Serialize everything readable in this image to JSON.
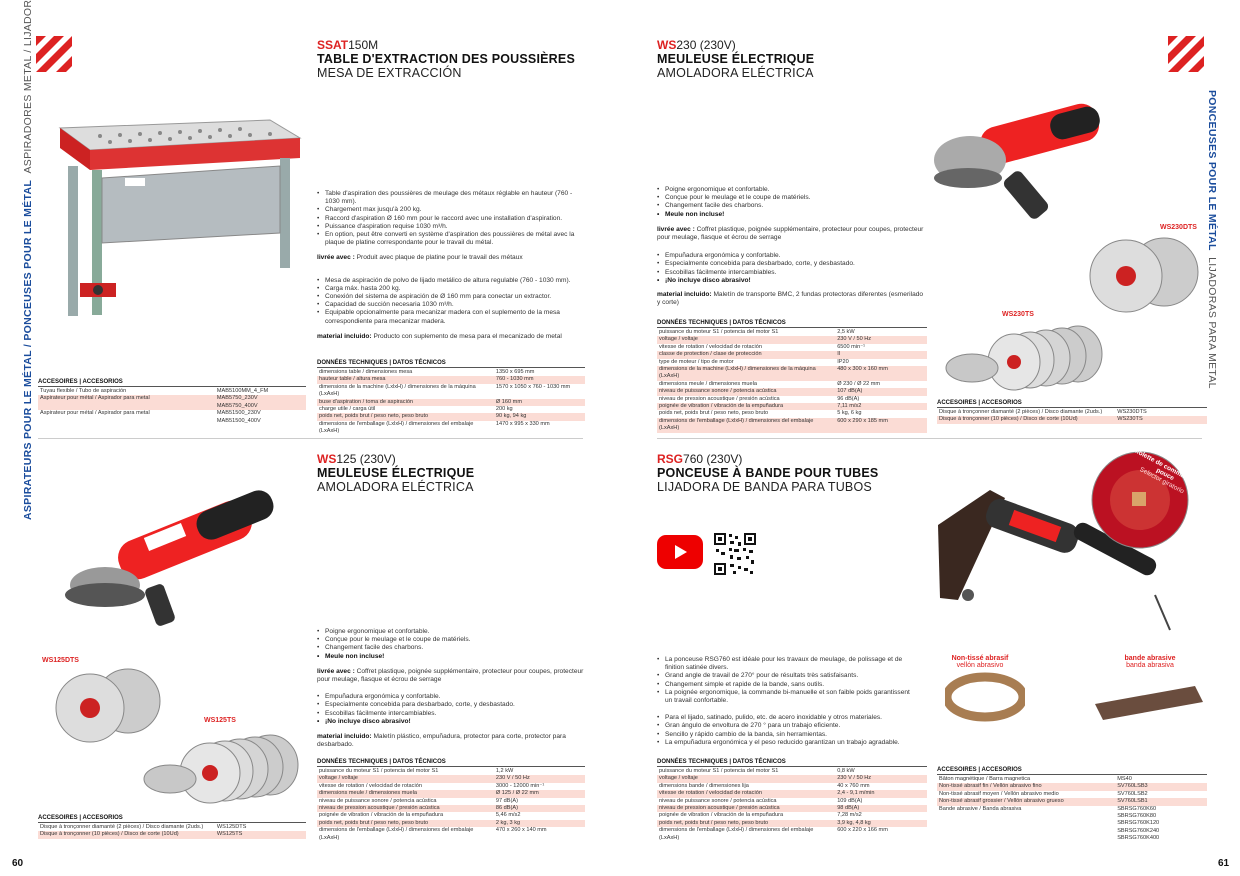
{
  "side_left": {
    "bold": "ASPIRATEURS POUR LE MÉTAL / PONCEUSES POUR LE MÉTAL",
    "light": "ASPIRADORES METAL / LIJADORAS PARA METAL"
  },
  "side_right": {
    "bold": "PONCEUSES POUR LE MÉTAL",
    "light": "LIJADORAS PARA METAL"
  },
  "ssat": {
    "code_red": "SSAT",
    "code_rest": "150M",
    "title_fr": "TABLE D'EXTRACTION DES POUSSIÈRES",
    "title_es": "MESA DE EXTRACCIÓN",
    "fr_bullets": [
      "Table d'aspiration des poussières de meulage des métaux réglable en hauteur (760 - 1030 mm).",
      "Chargement max jusqu'à 200 kg.",
      "Raccord d'aspiration Ø 160 mm pour le raccord avec une installation d'aspiration.",
      "Puissance d'aspiration requise 1030 m³/h.",
      "En option, peut être converti en système d'aspiration des poussières de métal avec la plaque de platine correspondante pour le travail du métal."
    ],
    "fr_livree_label": "livrée avec :",
    "fr_livree": "Produit avec plaque de platine pour le travail des métaux",
    "es_bullets": [
      "Mesa de aspiración de polvo de lijado metálico de altura regulable (760 - 1030 mm).",
      "Carga máx. hasta 200 kg.",
      "Conexión del sistema de aspiración de Ø 160 mm para conectar un extractor.",
      "Capacidad de succión necesaria 1030 m³/h.",
      "Equipable opcionalmente para mecanizar madera con el suplemento de la mesa correspondiente para mecanizar madera."
    ],
    "es_incl_label": "material incluido:",
    "es_incl": "Producto con suplemento de mesa para el mecanizado de metal",
    "tech_title": "DONNÉES TECHNIQUES | DATOS TÉCNICOS",
    "tech": [
      [
        "dimensions table / dimensiones mesa",
        "1350 x 695 mm"
      ],
      [
        "hauteur table / altura mesa",
        "760 - 1030 mm"
      ],
      [
        "dimensions de la machine (LxlxH) / dimensiones de la máquina (LxAxH)",
        "1570 x 1050 x 760 - 1030 mm"
      ],
      [
        "buse d'aspiration / toma de aspiración",
        "Ø 160 mm"
      ],
      [
        "charge utile / carga útil",
        "200 kg"
      ],
      [
        "poids net, poids brut / peso neto, peso bruto",
        "90 kg, 94 kg"
      ],
      [
        "dimensions de l'emballage (LxlxH) / dimensiones del embalaje (LxAxH)",
        "1470 x 995 x 330 mm"
      ]
    ],
    "acc_title": "ACCESOIRES | ACCESORIOS",
    "acc": [
      [
        "Tuyau flexible / Tubo de aspiración",
        "MAB5100MM_4_FM"
      ],
      [
        "Aspirateur pour métal / Aspirador para metal",
        "MAB5750_230V\nMAB5750_400V"
      ],
      [
        "Aspirateur pour métal / Aspirador para metal",
        "MAB51500_230V\nMAB51500_400V"
      ]
    ]
  },
  "ws125": {
    "code_red": "WS",
    "code_rest": "125 (230V)",
    "title_fr": "MEULEUSE ÉLECTRIQUE",
    "title_es": "AMOLADORA ELÉCTRICA",
    "fr_bullets": [
      "Poigne ergonomique et confortable.",
      "Conçue pour le meulage et le coupe de matériels.",
      "Changement facile des charbons."
    ],
    "fr_strong": "Meule non incluse!",
    "fr_livree_label": "livrée avec :",
    "fr_livree": "Coffret plastique, poignée supplémentaire, protecteur pour coupes, protecteur pour meulage, flasque et écrou de serrage",
    "es_bullets": [
      "Empuñadura ergonómica y confortable.",
      "Especialmente concebida para desbarbado, corte, y desbastado.",
      "Escobillas fácilmente intercambiables."
    ],
    "es_strong": "¡No incluye disco abrasivo!",
    "es_incl_label": "material incluido:",
    "es_incl": "Maletín plástico, empuñadura, protector para corte, protector para desbarbado.",
    "tech_title": "DONNÉES TECHNIQUES | DATOS TÉCNICOS",
    "tech": [
      [
        "puissance du moteur S1 / potencia del motor S1",
        "1,2 kW"
      ],
      [
        "voltage / voltaje",
        "230 V / 50 Hz"
      ],
      [
        "vitesse de rotation / velocidad de rotación",
        "3000 - 12000 min⁻¹"
      ],
      [
        "dimensions meule / dimensiones muela",
        "Ø 125 / Ø 22 mm"
      ],
      [
        "niveau de puissance sonore / potencia acústica",
        "97 dB(A)"
      ],
      [
        "niveau de pression acoustique / presión acústica",
        "86 dB(A)"
      ],
      [
        "poignée de vibration / vibración de la empuñadura",
        "5,46 m/s2"
      ],
      [
        "poids net, poids brut / peso neto, peso bruto",
        "2 kg, 3 kg"
      ],
      [
        "dimensions de l'emballage (LxlxH) / dimensiones del embalaje (LxAxH)",
        "470 x 260 x 140 mm"
      ]
    ],
    "acc_title": "ACCESOIRES | ACCESORIOS",
    "acc": [
      [
        "Disque à tronçonner diamanté (2 pièces) / Disco diamante (2uds.)",
        "WS125DTS"
      ],
      [
        "Disque à tronçonner (10 pièces) / Disco de corte (10Ud)",
        "WS125TS"
      ]
    ],
    "lbl_dts": "WS125DTS",
    "lbl_ts": "WS125TS"
  },
  "ws230": {
    "code_red": "WS",
    "code_rest": "230 (230V)",
    "title_fr": "MEULEUSE ÉLECTRIQUE",
    "title_es": "AMOLADORA ELÉCTRICA",
    "fr_bullets": [
      "Poigne ergonomique et confortable.",
      "Conçue pour le meulage et le coupe de matériels.",
      "Changement facile des charbons."
    ],
    "fr_strong": "Meule non incluse!",
    "fr_livree_label": "livrée avec :",
    "fr_livree": "Coffret plastique, poignée supplémentaire, protecteur pour coupes, protecteur pour meulage, flasque et écrou de serrage",
    "es_bullets": [
      "Empuñadura ergonómica y confortable.",
      "Especialmente concebida para desbarbado, corte, y desbastado.",
      "Escobillas fácilmente intercambiables."
    ],
    "es_strong": "¡No incluye disco abrasivo!",
    "es_incl_label": "material incluido:",
    "es_incl": "Maletín de transporte BMC, 2 fundas protectoras diferentes (esmerilado y corte)",
    "tech_title": "DONNÉES TECHNIQUES | DATOS TÉCNICOS",
    "tech": [
      [
        "puissance du moteur S1 / potencia del motor S1",
        "2,5 kW"
      ],
      [
        "voltage / voltaje",
        "230 V / 50 Hz"
      ],
      [
        "vitesse de rotation / velocidad de rotación",
        "6500 min⁻¹"
      ],
      [
        "classe de protection / clase de protección",
        "II"
      ],
      [
        "type de moteur / tipo de motor",
        "IP20"
      ],
      [
        "dimensions de la machine (LxlxH) / dimensiones de la máquina (LxAxH)",
        "480 x 300 x 160 mm"
      ],
      [
        "dimensions meule / dimensiones muela",
        "Ø 230 / Ø 22 mm"
      ],
      [
        "niveau de puissance sonore / potencia acústica",
        "107 dB(A)"
      ],
      [
        "niveau de pression acoustique / presión acústica",
        "96 dB(A)"
      ],
      [
        "poignée de vibration / vibración de la empuñadura",
        "7,11 m/s2"
      ],
      [
        "poids net, poids brut / peso neto, peso bruto",
        "5 kg, 6 kg"
      ],
      [
        "dimensions de l'emballage (LxlxH) / dimensiones del embalaje (LxAxH)",
        "600 x 290 x 185 mm"
      ]
    ],
    "acc_title": "ACCESOIRES | ACCESORIOS",
    "acc": [
      [
        "Disque à tronçonner diamanté (2 pièces) / Disco diamante (2uds.)",
        "WS230DTS"
      ],
      [
        "Disque à tronçonner (10 pièces) / Disco de corte (10Ud)",
        "WS230TS"
      ]
    ],
    "lbl_dts": "WS230DTS",
    "lbl_ts": "WS230TS"
  },
  "rsg": {
    "code_red": "RSG",
    "code_rest": "760 (230V)",
    "title_fr": "PONCEUSE À BANDE POUR TUBES",
    "title_es": "LIJADORA DE BANDA PARA TUBOS",
    "fr_bullets": [
      "La ponceuse RSG760 est idéale pour les travaux de meulage, de polissage et de finition satinée divers.",
      "Grand angle de travail de 270° pour de résultats très satisfaisants.",
      "Changement simple et rapide de la bande, sans outils.",
      "La poignée ergonomique, la commande bi-manuelle et son faible poids garantissent un travail confortable."
    ],
    "es_bullets": [
      "Para el lijado, satinado, pulido, etc. de acero inoxidable y otros materiales.",
      "Gran ángulo de envoltura de 270 ° para un trabajo eficiente.",
      "Sencillo y rápido cambio de la banda, sin herramientas.",
      "La empuñadura ergonómica y el peso reducido garantizan un trabajo agradable."
    ],
    "tech_title": "DONNÉES TECHNIQUES | DATOS TÉCNICOS",
    "tech": [
      [
        "puissance du moteur S1 / potencia del motor S1",
        "0,8 kW"
      ],
      [
        "voltage / voltaje",
        "230 V / 50 Hz"
      ],
      [
        "dimensions bande / dimensiones lija",
        "40 x 760 mm"
      ],
      [
        "vitesse de rotation / velocidad de rotación",
        "2,4 - 9,1 m/min"
      ],
      [
        "niveau de puissance sonore / potencia acústica",
        "109 dB(A)"
      ],
      [
        "niveau de pression acoustique / presión acústica",
        "98 dB(A)"
      ],
      [
        "poignée de vibration / vibración de la empuñadura",
        "7,28 m/s2"
      ],
      [
        "poids net, poids brut / peso neto, peso bruto",
        "3,9 kg, 4,8 kg"
      ],
      [
        "dimensions de l'emballage (LxlxH) / dimensiones del embalaje (LxAxH)",
        "600 x 220 x 166 mm"
      ]
    ],
    "acc_title": "ACCESOIRES | ACCESORIOS",
    "acc": [
      [
        "Bâton magnétique / Barra magnetica",
        "MS40"
      ],
      [
        "Non-tissé abrasif fin / Vellón abrasivo fino",
        "SV760LSB3"
      ],
      [
        "Non-tissé abrasif moyen / Vellón abrasivo medio",
        "SV760LSB2"
      ],
      [
        "Non-tissé abrasif grossier / Vellón abrasivo grueso",
        "SV760LSB1"
      ],
      [
        "Bande abrasive / Banda abrasiva",
        "SBRSG760K60\nSBRSG760K80\nSBRSG760K120\nSBRSG760K240\nSBRSG760K400"
      ]
    ],
    "fleece_fr": "Non-tissé abrasif",
    "fleece_es": "vellón abrasivo",
    "band_fr": "bande abrasive",
    "band_es": "banda abrasiva",
    "callout": "Molette de commande au pouce",
    "callout_es": "Selector giratorio"
  },
  "page_left": "60",
  "page_right": "61",
  "colors": {
    "red": "#d22222",
    "blue": "#1a4c9c",
    "highlight": "#fbdcd5"
  }
}
